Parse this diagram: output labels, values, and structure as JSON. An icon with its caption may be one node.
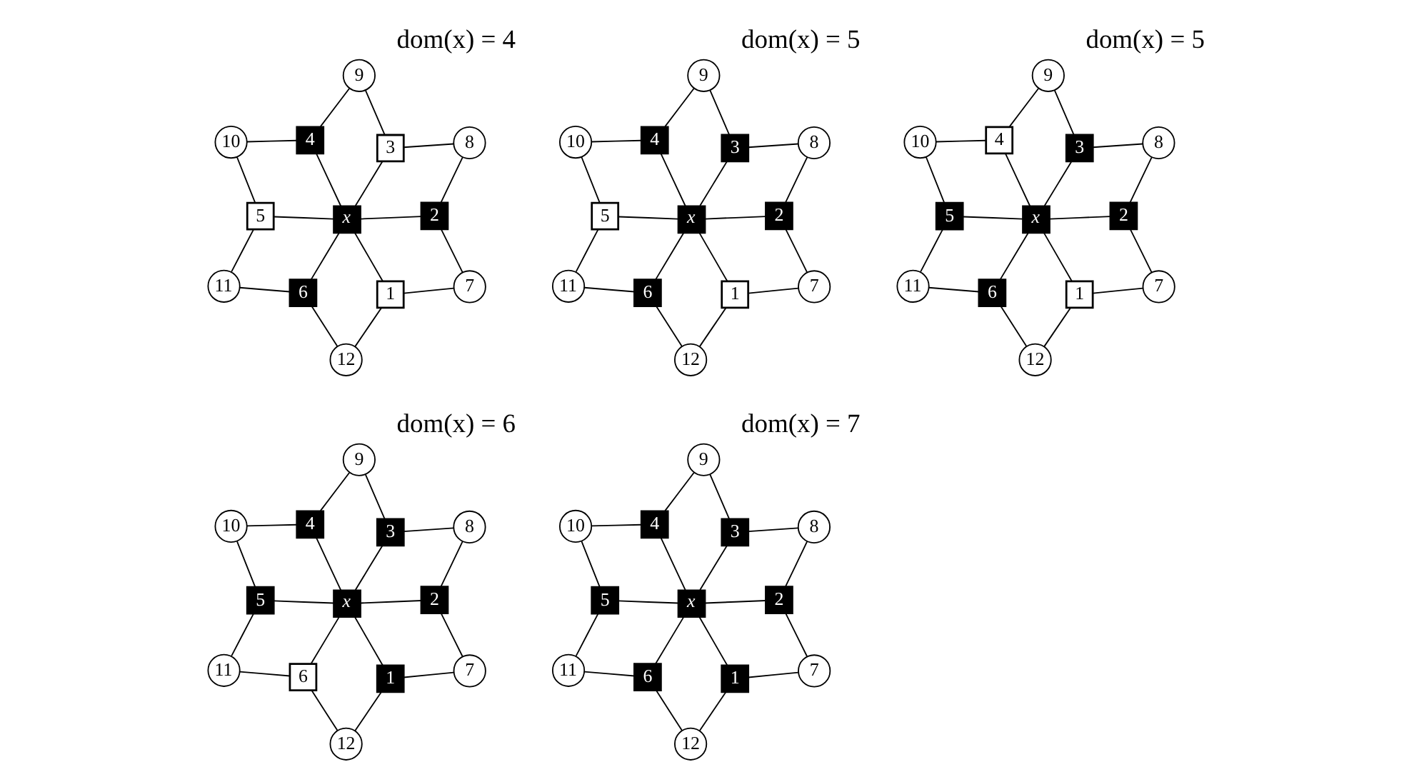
{
  "diagram": {
    "nodes": [
      {
        "text": [
          "11"
        ]
      },
      {
        "text": [
          "12"
        ]
      },
      {
        "text": [
          "6"
        ]
      },
      {
        "text": [
          "5"
        ]
      },
      {
        "text": [
          "1"
        ]
      },
      {
        "text": [
          "10"
        ]
      },
      {
        "text": [
          "x"
        ]
      },
      {
        "text": [
          "7"
        ]
      },
      {
        "text": [
          "4"
        ]
      },
      {
        "text": [
          "2"
        ]
      },
      {
        "text": [
          "3"
        ]
      },
      {
        "text": [
          "9"
        ]
      },
      {
        "text": [
          "8"
        ]
      },
      {
        "text": [
          "11"
        ]
      },
      {
        "text": [
          "12"
        ]
      },
      {
        "text": [
          "6"
        ]
      },
      {
        "text": [
          "5"
        ]
      },
      {
        "text": [
          "1"
        ]
      },
      {
        "text": [
          "10"
        ]
      },
      {
        "text": [
          "x"
        ]
      },
      {
        "text": [
          "7"
        ]
      },
      {
        "text": [
          "4"
        ]
      },
      {
        "text": [
          "2"
        ]
      },
      {
        "text": [
          "3"
        ]
      },
      {
        "text": [
          "9"
        ]
      },
      {
        "text": [
          "8"
        ]
      },
      {
        "text": [
          "11"
        ]
      },
      {
        "text": [
          "12"
        ]
      },
      {
        "text": [
          "6"
        ]
      },
      {
        "text": [
          "5"
        ]
      },
      {
        "text": [
          "1"
        ]
      },
      {
        "text": [
          "10"
        ]
      },
      {
        "text": [
          "x"
        ]
      },
      {
        "text": [
          "7"
        ]
      },
      {
        "text": [
          "4"
        ]
      },
      {
        "text": [
          "2"
        ]
      },
      {
        "text": [
          "3"
        ]
      },
      {
        "text": [
          "9"
        ]
      },
      {
        "text": [
          "8"
        ]
      },
      {
        "text": [
          "11"
        ]
      },
      {
        "text": [
          "12"
        ]
      },
      {
        "text": [
          "6"
        ]
      },
      {
        "text": [
          "5"
        ]
      },
      {
        "text": [
          "1"
        ]
      },
      {
        "text": [
          "10"
        ]
      },
      {
        "text": [
          "x"
        ]
      },
      {
        "text": [
          "7"
        ]
      },
      {
        "text": [
          "4"
        ]
      },
      {
        "text": [
          "2"
        ]
      },
      {
        "text": [
          "3"
        ]
      },
      {
        "text": [
          "9"
        ]
      },
      {
        "text": [
          "8"
        ]
      },
      {
        "text": [
          "11"
        ]
      },
      {
        "text": [
          "12"
        ]
      },
      {
        "text": [
          "6"
        ]
      },
      {
        "text": [
          "5"
        ]
      },
      {
        "text": [
          "1"
        ]
      },
      {
        "text": [
          "10"
        ]
      },
      {
        "text": [
          "x"
        ]
      },
      {
        "text": [
          "7"
        ]
      },
      {
        "text": [
          "4"
        ]
      },
      {
        "text": [
          "2"
        ]
      },
      {
        "text": [
          "3"
        ]
      },
      {
        "text": [
          "9"
        ]
      },
      {
        "text": [
          "8"
        ]
      }
    ],
    "edges": [
      {
        "from": 6,
        "to": 4,
        "arrow": "none"
      },
      {
        "from": 6,
        "to": 9,
        "arrow": "none"
      },
      {
        "from": 6,
        "to": 10,
        "arrow": "none"
      },
      {
        "from": 6,
        "to": 8,
        "arrow": "none"
      },
      {
        "from": 6,
        "to": 3,
        "arrow": "none"
      },
      {
        "from": 6,
        "to": 2,
        "arrow": "none"
      },
      {
        "from": 2,
        "to": 0,
        "arrow": "none"
      },
      {
        "from": 2,
        "to": 1,
        "arrow": "none"
      },
      {
        "from": 4,
        "to": 1,
        "arrow": "none"
      },
      {
        "from": 4,
        "to": 7,
        "arrow": "none"
      },
      {
        "from": 9,
        "to": 7,
        "arrow": "none"
      },
      {
        "from": 9,
        "to": 12,
        "arrow": "none"
      },
      {
        "from": 10,
        "to": 12,
        "arrow": "none"
      },
      {
        "from": 10,
        "to": 11,
        "arrow": "none"
      },
      {
        "from": 8,
        "to": 11,
        "arrow": "none"
      },
      {
        "from": 8,
        "to": 5,
        "arrow": "none"
      },
      {
        "from": 3,
        "to": 5,
        "arrow": "none"
      },
      {
        "from": 3,
        "to": 0,
        "arrow": "none"
      },
      {
        "from": 19,
        "to": 17,
        "arrow": "none"
      },
      {
        "from": 19,
        "to": 22,
        "arrow": "none"
      },
      {
        "from": 19,
        "to": 23,
        "arrow": "none"
      },
      {
        "from": 19,
        "to": 21,
        "arrow": "none"
      },
      {
        "from": 19,
        "to": 16,
        "arrow": "none"
      },
      {
        "from": 19,
        "to": 15,
        "arrow": "none"
      },
      {
        "from": 15,
        "to": 13,
        "arrow": "none"
      },
      {
        "from": 15,
        "to": 14,
        "arrow": "none"
      },
      {
        "from": 17,
        "to": 14,
        "arrow": "none"
      },
      {
        "from": 17,
        "to": 20,
        "arrow": "none"
      },
      {
        "from": 22,
        "to": 20,
        "arrow": "none"
      },
      {
        "from": 22,
        "to": 25,
        "arrow": "none"
      },
      {
        "from": 23,
        "to": 25,
        "arrow": "none"
      },
      {
        "from": 23,
        "to": 24,
        "arrow": "none"
      },
      {
        "from": 21,
        "to": 24,
        "arrow": "none"
      },
      {
        "from": 21,
        "to": 18,
        "arrow": "none"
      },
      {
        "from": 16,
        "to": 18,
        "arrow": "none"
      },
      {
        "from": 16,
        "to": 13,
        "arrow": "none"
      },
      {
        "from": 32,
        "to": 30,
        "arrow": "none"
      },
      {
        "from": 32,
        "to": 35,
        "arrow": "none"
      },
      {
        "from": 32,
        "to": 36,
        "arrow": "none"
      },
      {
        "from": 32,
        "to": 34,
        "arrow": "none"
      },
      {
        "from": 32,
        "to": 29,
        "arrow": "none"
      },
      {
        "from": 32,
        "to": 28,
        "arrow": "none"
      },
      {
        "from": 28,
        "to": 26,
        "arrow": "none"
      },
      {
        "from": 28,
        "to": 27,
        "arrow": "none"
      },
      {
        "from": 30,
        "to": 27,
        "arrow": "none"
      },
      {
        "from": 30,
        "to": 33,
        "arrow": "none"
      },
      {
        "from": 35,
        "to": 33,
        "arrow": "none"
      },
      {
        "from": 35,
        "to": 38,
        "arrow": "none"
      },
      {
        "from": 36,
        "to": 38,
        "arrow": "none"
      },
      {
        "from": 36,
        "to": 37,
        "arrow": "none"
      },
      {
        "from": 34,
        "to": 37,
        "arrow": "none"
      },
      {
        "from": 34,
        "to": 31,
        "arrow": "none"
      },
      {
        "from": 29,
        "to": 31,
        "arrow": "none"
      },
      {
        "from": 29,
        "to": 26,
        "arrow": "none"
      },
      {
        "from": 45,
        "to": 43,
        "arrow": "none"
      },
      {
        "from": 45,
        "to": 48,
        "arrow": "none"
      },
      {
        "from": 45,
        "to": 49,
        "arrow": "none"
      },
      {
        "from": 45,
        "to": 47,
        "arrow": "none"
      },
      {
        "from": 45,
        "to": 42,
        "arrow": "none"
      },
      {
        "from": 45,
        "to": 41,
        "arrow": "none"
      },
      {
        "from": 41,
        "to": 39,
        "arrow": "none"
      },
      {
        "from": 41,
        "to": 40,
        "arrow": "none"
      },
      {
        "from": 43,
        "to": 40,
        "arrow": "none"
      },
      {
        "from": 43,
        "to": 46,
        "arrow": "none"
      },
      {
        "from": 48,
        "to": 46,
        "arrow": "none"
      },
      {
        "from": 48,
        "to": 51,
        "arrow": "none"
      },
      {
        "from": 49,
        "to": 51,
        "arrow": "none"
      },
      {
        "from": 49,
        "to": 50,
        "arrow": "none"
      },
      {
        "from": 47,
        "to": 50,
        "arrow": "none"
      },
      {
        "from": 47,
        "to": 44,
        "arrow": "none"
      },
      {
        "from": 42,
        "to": 44,
        "arrow": "none"
      },
      {
        "from": 42,
        "to": 39,
        "arrow": "none"
      },
      {
        "from": 58,
        "to": 56,
        "arrow": "none"
      },
      {
        "from": 58,
        "to": 61,
        "arrow": "none"
      },
      {
        "from": 58,
        "to": 62,
        "arrow": "none"
      },
      {
        "from": 58,
        "to": 60,
        "arrow": "none"
      },
      {
        "from": 58,
        "to": 55,
        "arrow": "none"
      },
      {
        "from": 58,
        "to": 54,
        "arrow": "none"
      },
      {
        "from": 54,
        "to": 52,
        "arrow": "none"
      },
      {
        "from": 54,
        "to": 53,
        "arrow": "none"
      },
      {
        "from": 56,
        "to": 53,
        "arrow": "none"
      },
      {
        "from": 56,
        "to": 59,
        "arrow": "none"
      },
      {
        "from": 61,
        "to": 59,
        "arrow": "none"
      },
      {
        "from": 61,
        "to": 64,
        "arrow": "none"
      },
      {
        "from": 62,
        "to": 64,
        "arrow": "none"
      },
      {
        "from": 62,
        "to": 63,
        "arrow": "none"
      },
      {
        "from": 60,
        "to": 63,
        "arrow": "none"
      },
      {
        "from": 60,
        "to": 57,
        "arrow": "none"
      },
      {
        "from": 55,
        "to": 57,
        "arrow": "none"
      },
      {
        "from": 55,
        "to": 52,
        "arrow": "none"
      }
    ],
    "labels": [
      "dom(x) = 4",
      "dom(x) = 5",
      "dom(x) = 5",
      "dom(x) = 6",
      "dom(x) = 7"
    ]
  }
}
